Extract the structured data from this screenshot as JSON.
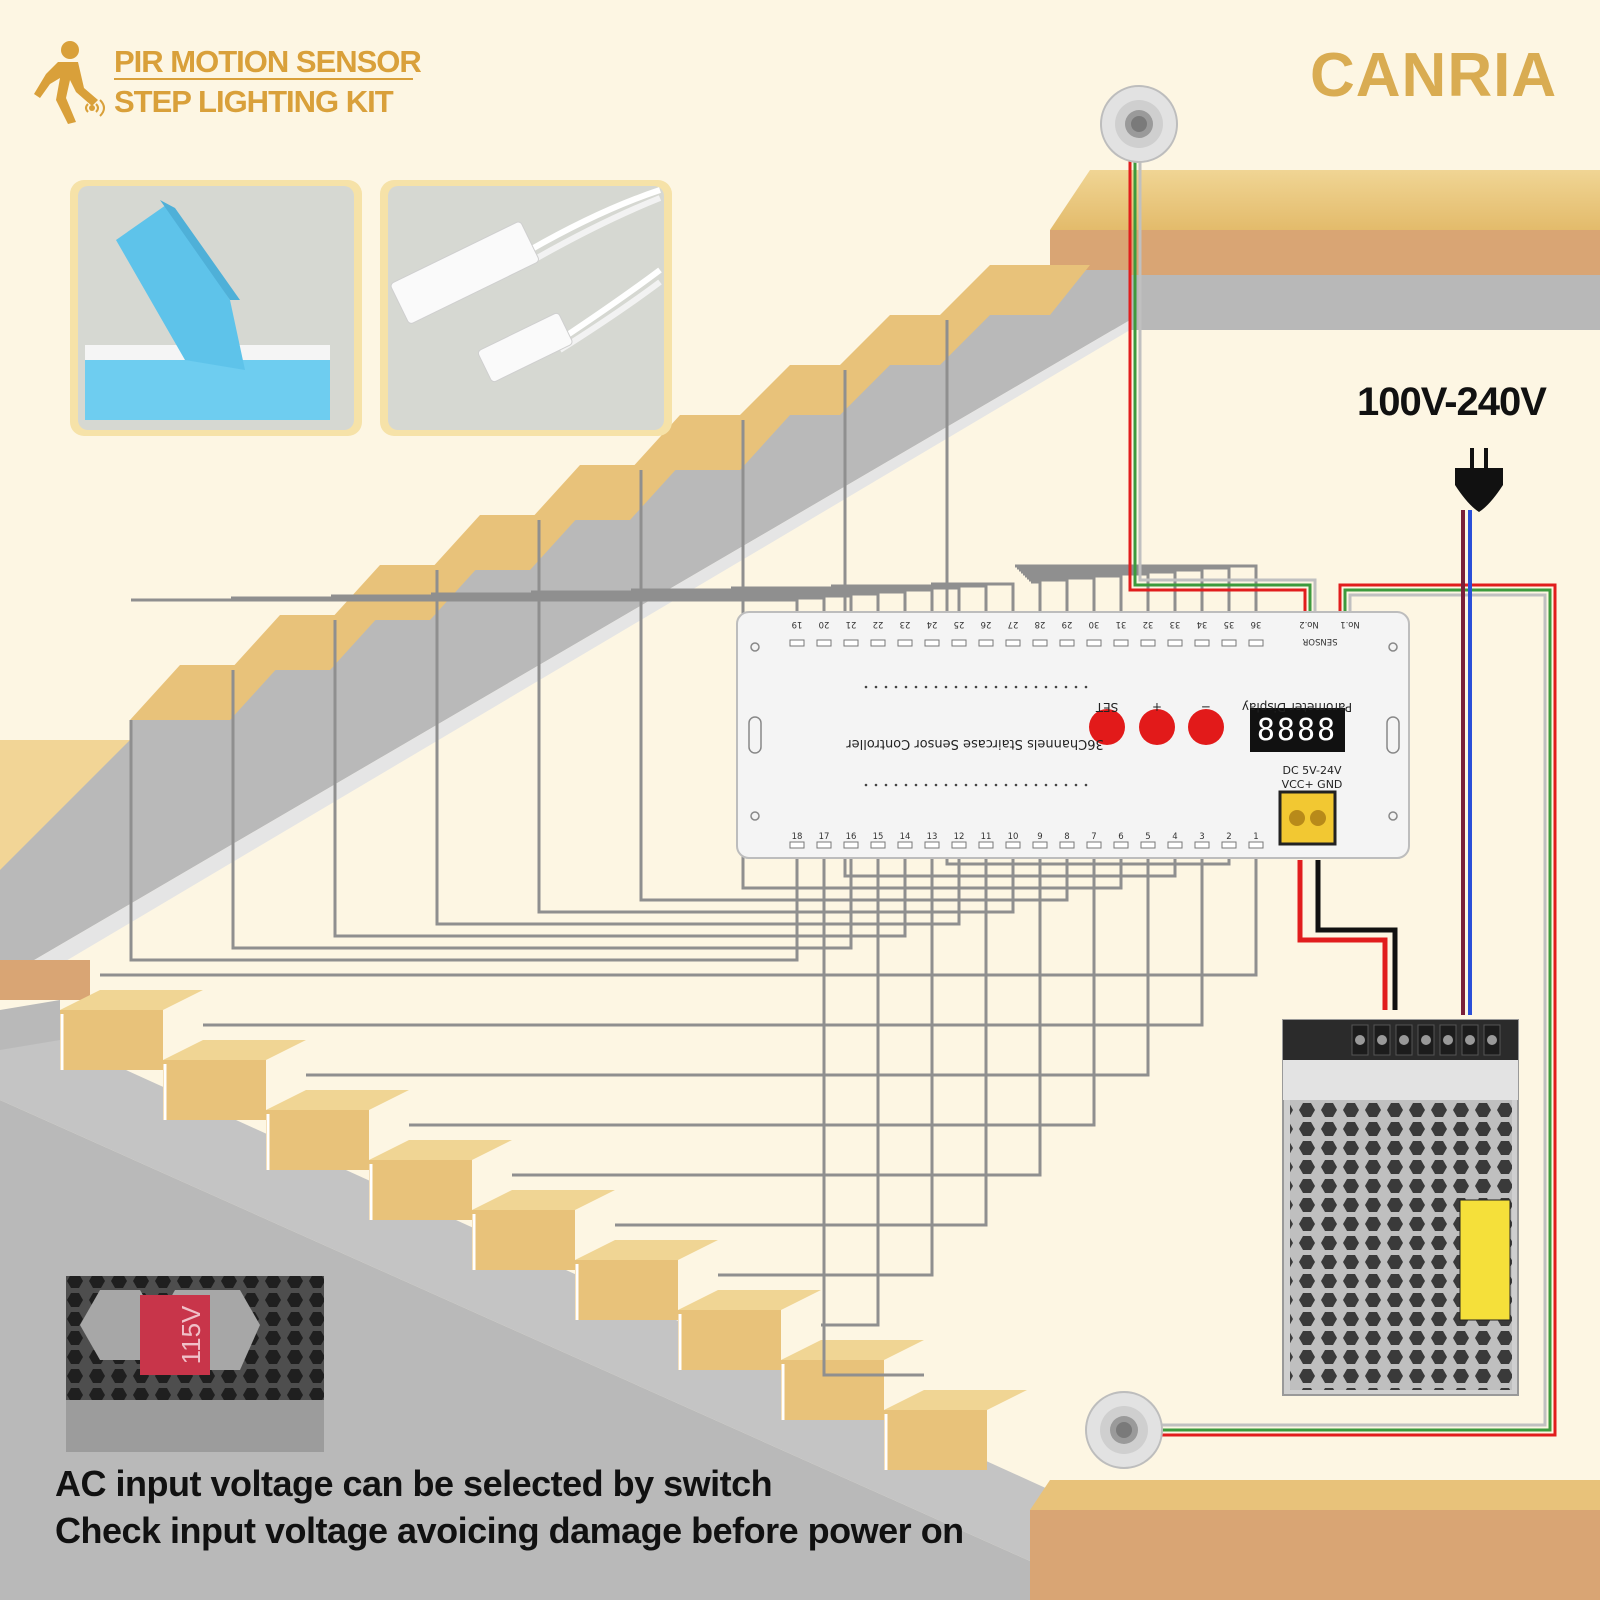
{
  "header": {
    "line1": "PIR MOTION SENSOR",
    "line2": "STEP LIGHTING KIT",
    "icon": "walking-person-sensor-icon"
  },
  "brand": "CANRIA",
  "power": {
    "voltage_label": "100V-240V",
    "plug_icon": "power-plug-icon"
  },
  "controller": {
    "title": "36Channels Staircase Sensor Controller",
    "display_label": "Parometer Display",
    "display_value": "8888",
    "buttons": [
      "SET",
      "+",
      "−"
    ],
    "input_label": "DC 5V-24V",
    "terminal_label": "VCC+ GND",
    "sensor_label": "SENSOR",
    "sensor_ports": [
      "No.1",
      "No.2"
    ],
    "top_channels": [
      "19",
      "20",
      "21",
      "22",
      "23",
      "24",
      "25",
      "26",
      "27",
      "28",
      "29",
      "30",
      "31",
      "32",
      "33",
      "34",
      "35",
      "36"
    ],
    "bottom_channels": [
      "18",
      "17",
      "16",
      "15",
      "14",
      "13",
      "12",
      "11",
      "10",
      "9",
      "8",
      "7",
      "6",
      "5",
      "4",
      "3",
      "2",
      "1"
    ]
  },
  "switch_label": "115V",
  "captions": {
    "line1": "AC input voltage can be selected by switch",
    "line2": "Check input voltage avoicing damage before power on"
  },
  "colors": {
    "accent": "#d9a03a",
    "stair_tread": "#e8c27a",
    "stair_riser": "#b5b5b5",
    "wire": "#8f8f8f",
    "sensor_red": "#e11d1d",
    "sensor_green": "#3d9a3d",
    "power_blue": "#2b4fd8",
    "background": "#fdf6e3"
  }
}
